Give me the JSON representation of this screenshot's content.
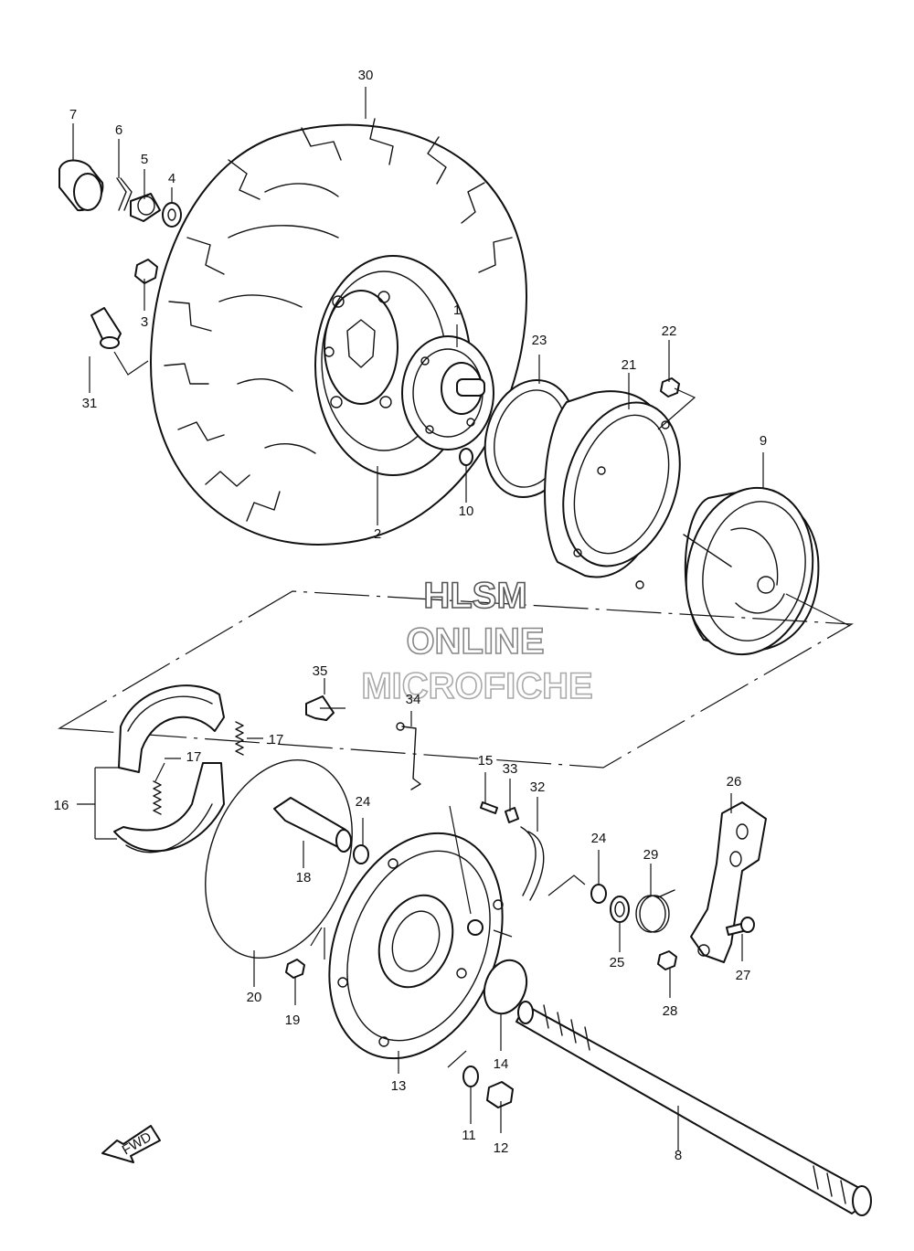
{
  "watermark": {
    "line1": "HLSM",
    "line2": "ONLINE",
    "line3": "MICROFICHE"
  },
  "forward_marker": "FWD",
  "callouts": {
    "c1": "1",
    "c2": "2",
    "c3": "3",
    "c4": "4",
    "c5": "5",
    "c6": "6",
    "c7": "7",
    "c8": "8",
    "c9": "9",
    "c10": "10",
    "c11": "11",
    "c12": "12",
    "c13": "13",
    "c14": "14",
    "c15": "15",
    "c16": "16",
    "c17a": "17",
    "c17b": "17",
    "c18": "18",
    "c19": "19",
    "c20": "20",
    "c21": "21",
    "c22": "22",
    "c23": "23",
    "c24a": "24",
    "c24b": "24",
    "c25": "25",
    "c26": "26",
    "c27": "27",
    "c28": "28",
    "c29": "29",
    "c30": "30",
    "c31": "31",
    "c32": "32",
    "c33": "33",
    "c34": "34",
    "c35": "35"
  }
}
